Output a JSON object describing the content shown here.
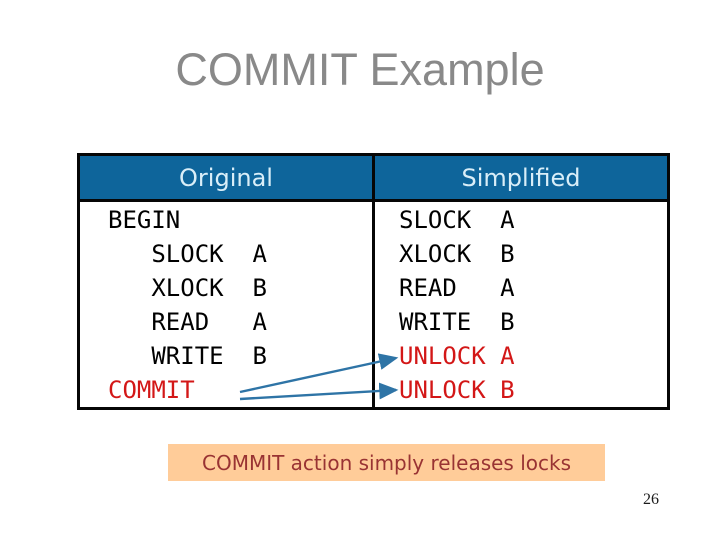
{
  "slide": {
    "title": "COMMIT Example",
    "page_number": "26"
  },
  "table": {
    "headers": [
      {
        "label": "Original"
      },
      {
        "label": "Simplified"
      }
    ],
    "original_lines": [
      {
        "text": "BEGIN"
      },
      {
        "text": "   SLOCK  A"
      },
      {
        "text": "   XLOCK  B"
      },
      {
        "text": "   READ   A"
      },
      {
        "text": "   WRITE  B"
      },
      {
        "text": "COMMIT"
      }
    ],
    "simplified_lines": [
      {
        "text": "SLOCK  A"
      },
      {
        "text": "XLOCK  B"
      },
      {
        "text": "READ   A"
      },
      {
        "text": "WRITE  B"
      },
      {
        "text": "UNLOCK A"
      },
      {
        "text": "UNLOCK B"
      }
    ],
    "arrows": [
      {
        "from": "COMMIT",
        "to": "UNLOCK A"
      },
      {
        "from": "COMMIT",
        "to": "UNLOCK B"
      }
    ]
  },
  "caption": {
    "text": "COMMIT action simply releases locks"
  },
  "colors": {
    "header_bg": "#0E659B",
    "header_text": "#D9EEF8",
    "code_text": "#000000",
    "highlight_red": "#D31717",
    "arrow_blue": "#2E74A6",
    "caption_bg": "#FFCC99",
    "caption_text": "#993333",
    "title_gray": "#898989",
    "table_border": "#060606"
  }
}
